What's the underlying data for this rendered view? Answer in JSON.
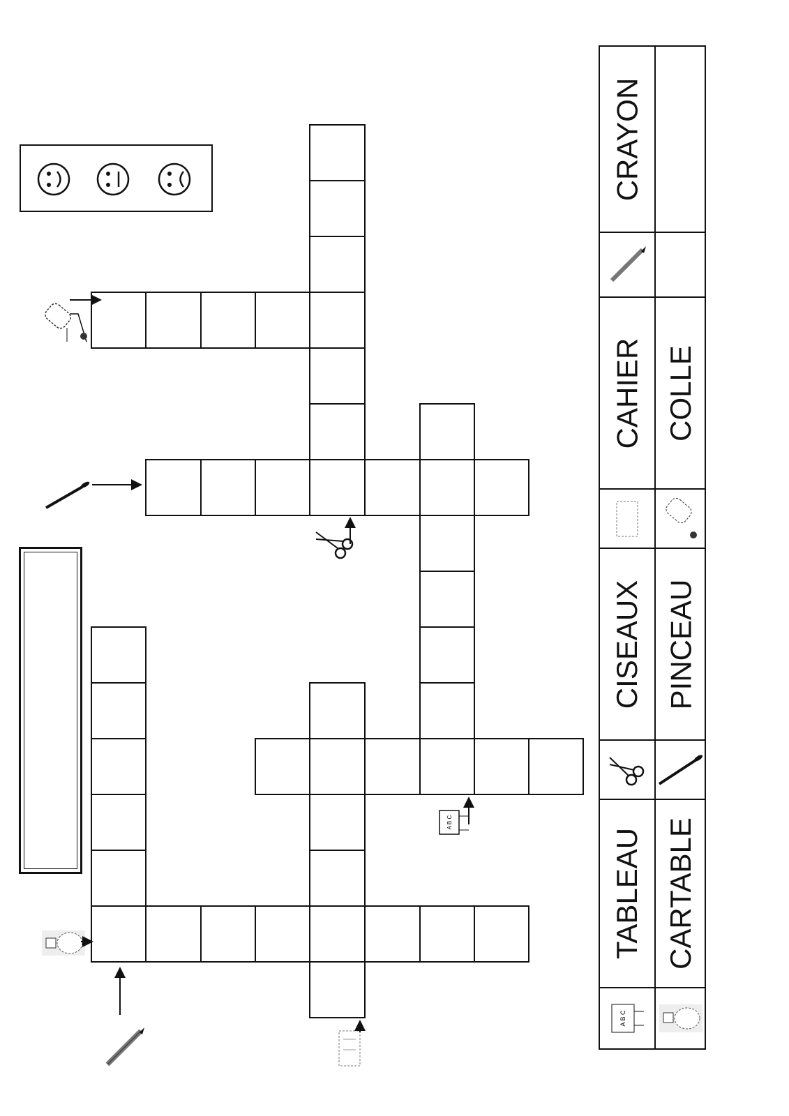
{
  "word_bank": {
    "rows": [
      {
        "left": "CRAYON",
        "right": "",
        "left_icon": "pencil-icon",
        "right_icon": ""
      },
      {
        "left": "CAHIER",
        "right": "COLLE",
        "left_icon": "notebook-icon",
        "right_icon": "glue-bottle-icon"
      },
      {
        "left": "CISEAUX",
        "right": "PINCEAU",
        "left_icon": "scissors-icon",
        "right_icon": "paintbrush-icon"
      },
      {
        "left": "TABLEAU",
        "right": "CARTABLE",
        "left_icon": "blackboard-icon",
        "right_icon": "schoolbag-icon"
      }
    ]
  },
  "self_assessment": [
    "happy-face-icon",
    "neutral-face-icon",
    "sad-face-icon"
  ],
  "crossword": {
    "answer_cells_filled": 0
  }
}
